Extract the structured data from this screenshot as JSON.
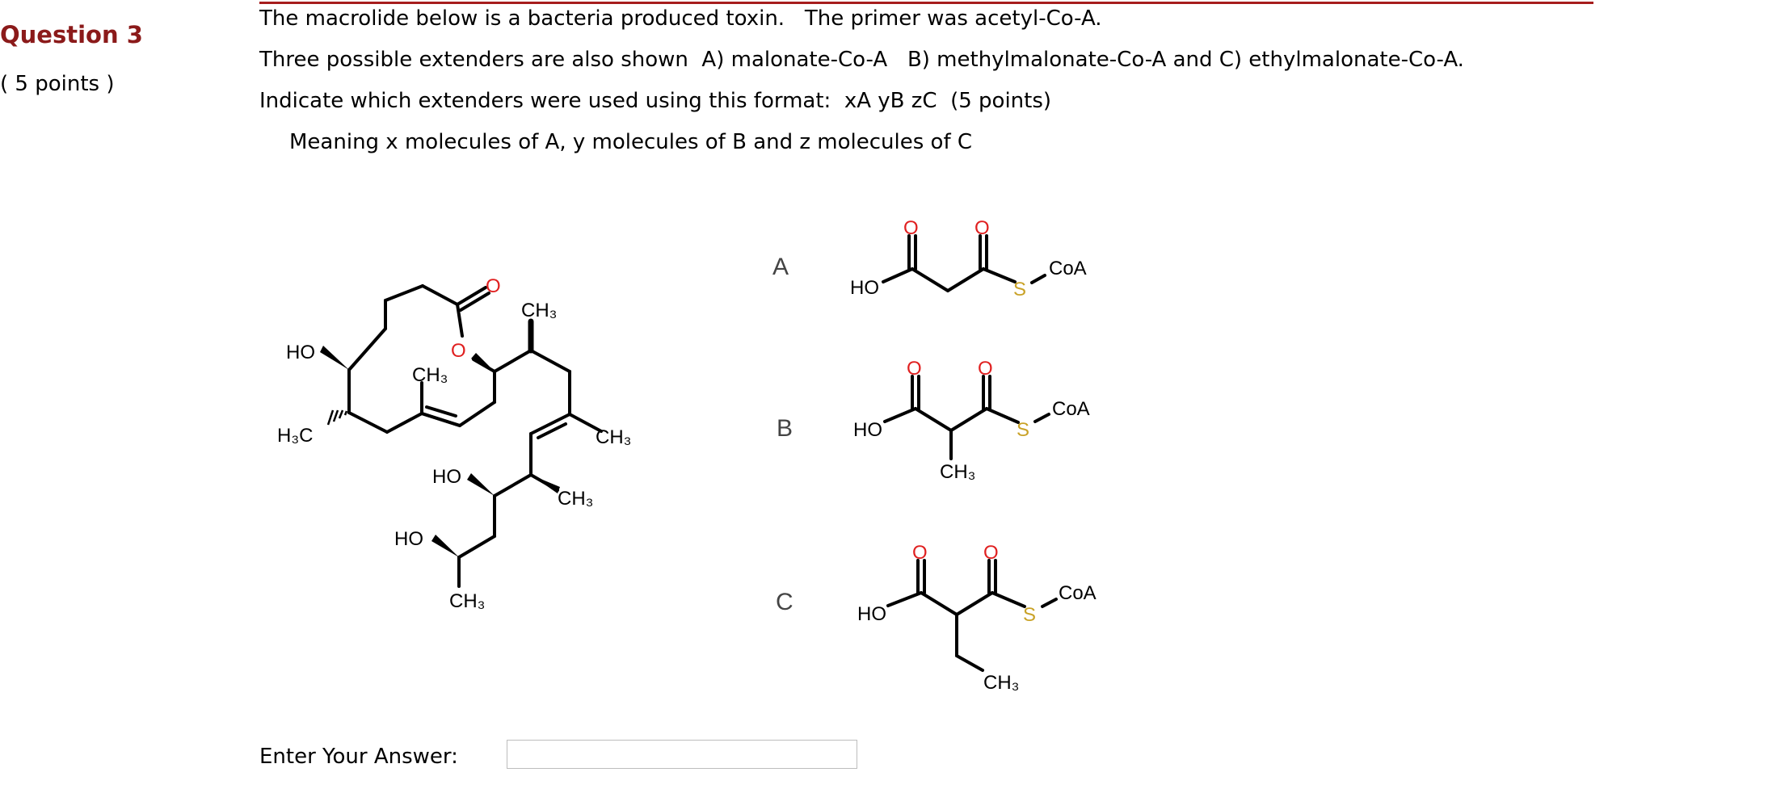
{
  "question": {
    "title": "Question 3",
    "points": "( 5 points )"
  },
  "prompt": {
    "line1": "The macrolide below is a bacteria produced toxin.   The primer was acetyl-Co-A.",
    "line2": "Three possible extenders are also shown  A) malonate-Co-A   B) methylmalonate-Co-A and C) ethylmalonate-Co-A.",
    "line3": "Indicate which extenders were used using this format:  xA yB zC  (5 points)",
    "line4": "Meaning x molecules of A, y molecules of B and z molecules of C"
  },
  "macrolide": {
    "ho1": "HO",
    "h3c": "H3C",
    "ch3_ring": "CH3",
    "ring_o": "O",
    "carbonyl_o": "O",
    "ch3_top": "CH3",
    "ch3_right": "CH3",
    "ho2": "HO",
    "ch3_mid": "CH3",
    "ho3": "HO",
    "ch3_bottom": "CH3"
  },
  "extenders": [
    {
      "letter": "A",
      "ho": "HO",
      "o1": "O",
      "o2": "O",
      "s": "S",
      "coa": "CoA",
      "sub": ""
    },
    {
      "letter": "B",
      "ho": "HO",
      "o1": "O",
      "o2": "O",
      "s": "S",
      "coa": "CoA",
      "sub": "CH3"
    },
    {
      "letter": "C",
      "ho": "HO",
      "o1": "O",
      "o2": "O",
      "s": "S",
      "coa": "CoA",
      "sub": "CH3"
    }
  ],
  "answer": {
    "label": "Enter Your Answer:",
    "value": ""
  },
  "colors": {
    "heading": "#8b1a1a",
    "rule": "#a61d1d",
    "oxygen": "#e02020",
    "sulfur": "#c9a227",
    "bond": "#000000"
  }
}
